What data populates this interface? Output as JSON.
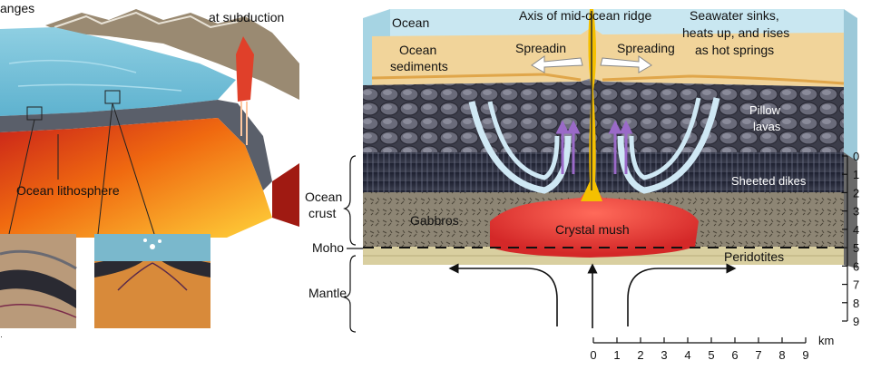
{
  "left_panel": {
    "label_ranges": "anges",
    "label_subduction": "at subduction",
    "label_lithosphere": "Ocean lithosphere"
  },
  "right_panel": {
    "label_ocean": "Ocean",
    "label_axis": "Axis of mid-ocean ridge",
    "label_spreading_left": "Spreadin",
    "label_spreading_right": "Spreading",
    "label_sediments_1": "Ocean",
    "label_sediments_2": "sediments",
    "label_seawater_1": "Seawater sinks,",
    "label_seawater_2": "heats up, and rises",
    "label_seawater_3": "as hot springs",
    "label_pillow_1": "Pillow",
    "label_pillow_2": "lavas",
    "label_sheeted": "Sheeted dikes",
    "label_gabbros": "Gabbros",
    "label_mush": "Crystal mush",
    "label_peridotites": "Peridotites",
    "label_crust_1": "Ocean",
    "label_crust_2": "crust",
    "label_moho": "Moho",
    "label_mantle": "Mantle"
  },
  "depth_scale": {
    "ticks": [
      "0",
      "1",
      "2",
      "3",
      "4",
      "5",
      "6",
      "7",
      "8",
      "9"
    ]
  },
  "km_scale": {
    "unit": "km",
    "ticks": [
      "0",
      "1",
      "2",
      "3",
      "4",
      "5",
      "6",
      "7",
      "8",
      "9"
    ]
  },
  "colors": {
    "water": "#bfe3ee",
    "sediment": "#f1d49a",
    "pillow": "#4a4a58",
    "dikes": "#2a2d3a",
    "gabbro": "#8b8272",
    "mush": "#e03a3a",
    "peridotite": "#d9cfa0",
    "magma": "#f5c000"
  }
}
